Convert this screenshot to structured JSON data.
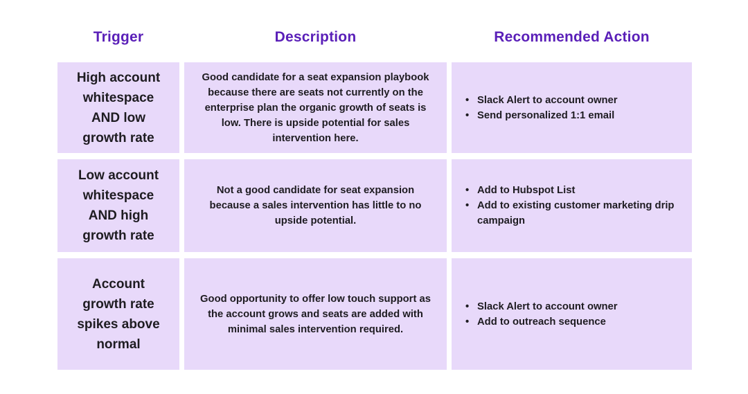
{
  "colors": {
    "page_bg": "#ffffff",
    "header_text": "#5a1fb8",
    "cell_bg": "#e8d9fa",
    "body_text": "#1e1c21"
  },
  "table": {
    "headers": {
      "trigger": "Trigger",
      "description": "Description",
      "action": "Recommended Action"
    },
    "rows": [
      {
        "trigger": "High account whitespace AND low growth rate",
        "description": "Good candidate for a seat expansion playbook because there are seats not currently on the enterprise plan the organic growth of seats is low. There is upside potential for sales intervention here.",
        "actions": [
          "Slack Alert to account owner",
          "Send personalized 1:1 email"
        ]
      },
      {
        "trigger": "Low account whitespace AND high growth rate",
        "description": "Not a good candidate for seat expansion because a sales intervention has little to no upside potential.",
        "actions": [
          "Add to Hubspot List",
          "Add to existing customer marketing drip campaign"
        ]
      },
      {
        "trigger": "Account growth rate spikes above normal",
        "description": "Good opportunity to offer low touch support as the account grows and seats are added with minimal sales intervention required.",
        "actions": [
          "Slack Alert to account owner",
          "Add to outreach sequence"
        ]
      }
    ]
  }
}
